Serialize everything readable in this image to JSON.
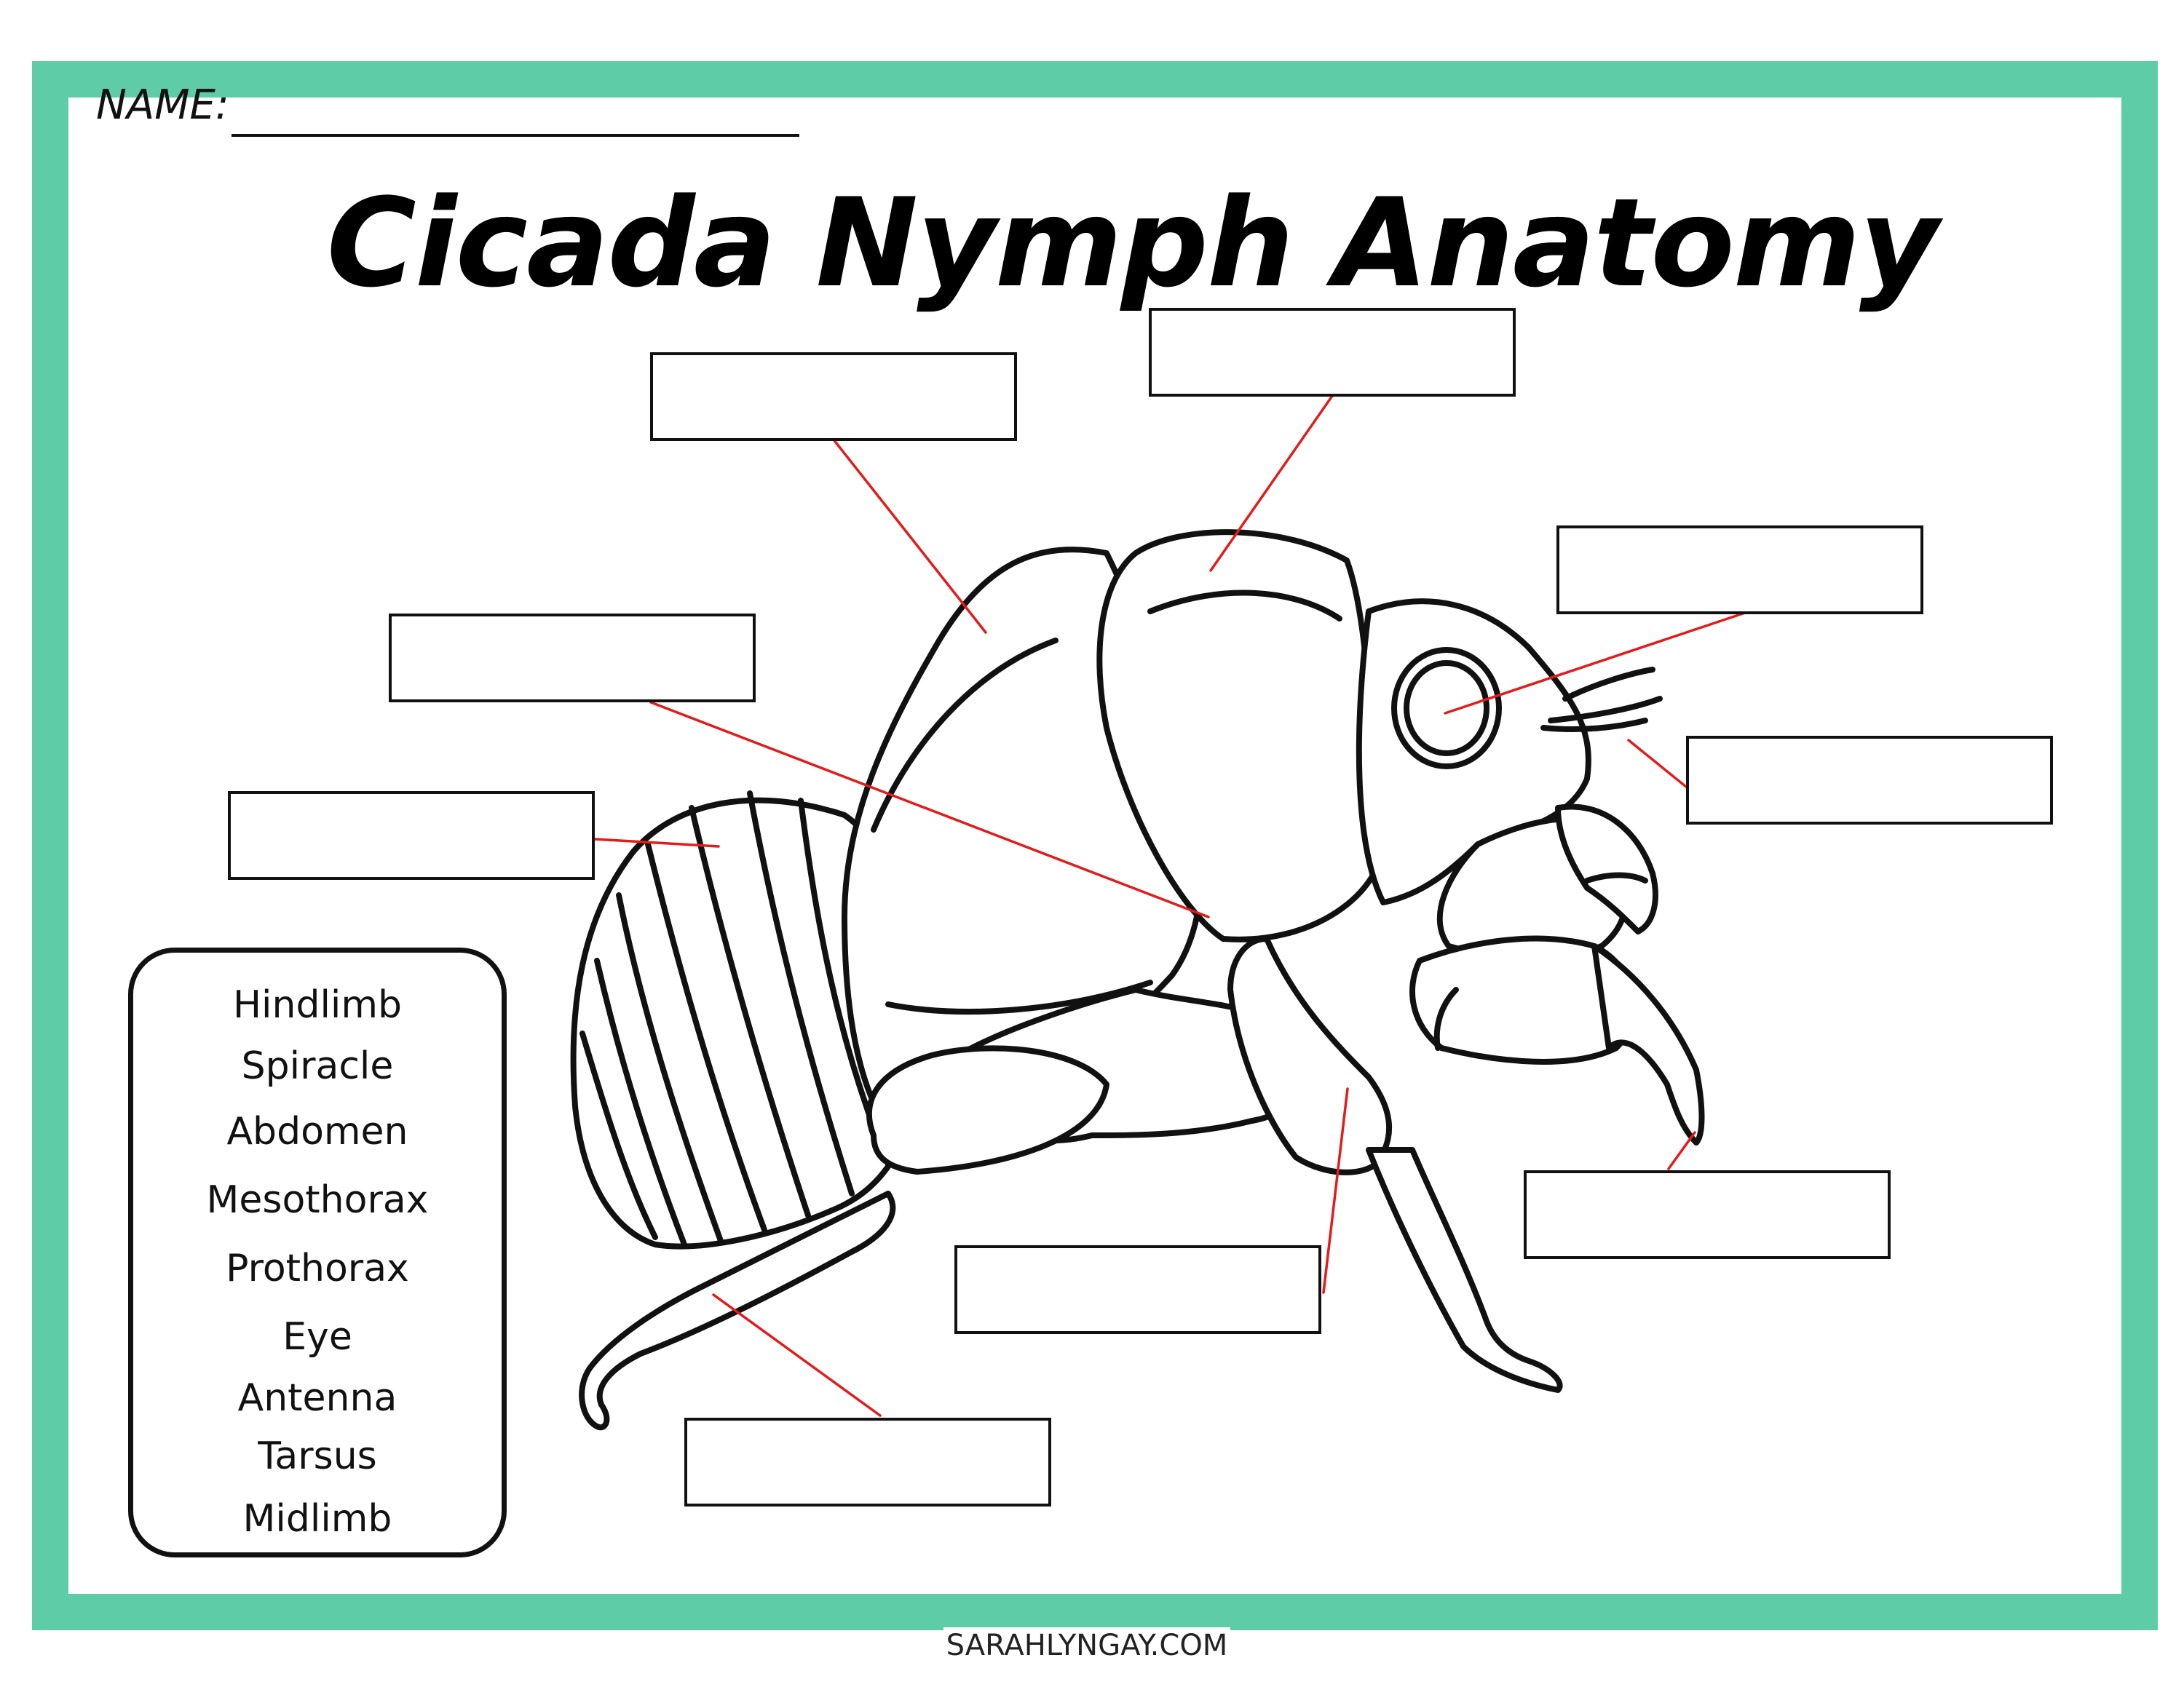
{
  "header": {
    "name_label": "NAME:",
    "title": "Cicada Nymph Anatomy"
  },
  "word_bank": {
    "words": [
      "Hindlimb",
      "Spiracle",
      "Abdomen",
      "Mesothorax",
      "Prothorax",
      "Eye",
      "Antenna",
      "Tarsus",
      "Midlimb"
    ]
  },
  "footer": {
    "site": "SARAHLYNGAY.COM"
  },
  "colors": {
    "frame": "#5ecda7",
    "leader_lines": "#e31b1b",
    "outline": "#111111"
  }
}
